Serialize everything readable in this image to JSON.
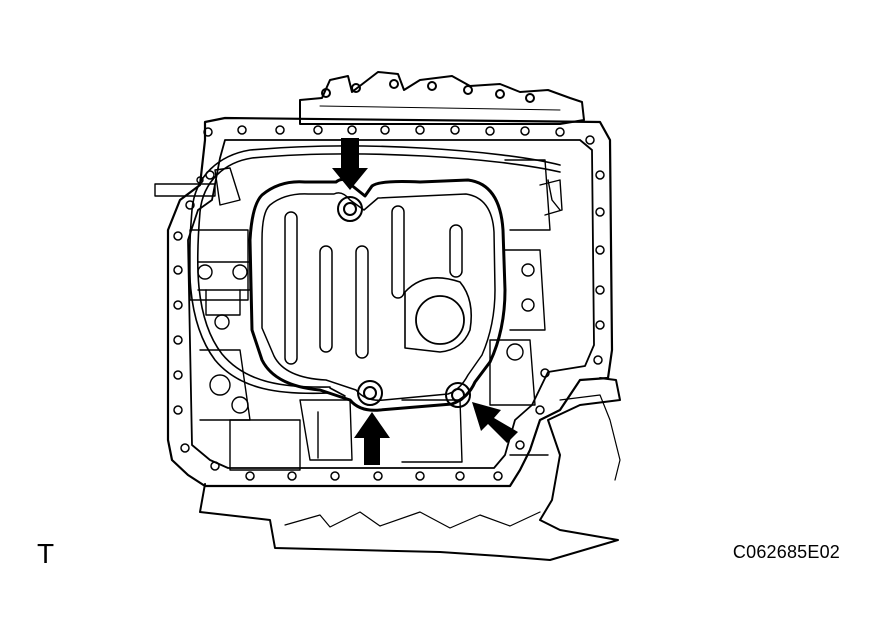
{
  "figure": {
    "view_letter": "T",
    "figure_code": "C062685E02",
    "colors": {
      "line": "#000000",
      "background": "#ffffff"
    },
    "arrows": [
      {
        "name": "top-bolt-arrow",
        "direction": "down"
      },
      {
        "name": "bottom-left-bolt-arrow",
        "direction": "up"
      },
      {
        "name": "bottom-right-bolt-arrow",
        "direction": "up-left"
      }
    ],
    "bolts_highlighted": 3
  }
}
